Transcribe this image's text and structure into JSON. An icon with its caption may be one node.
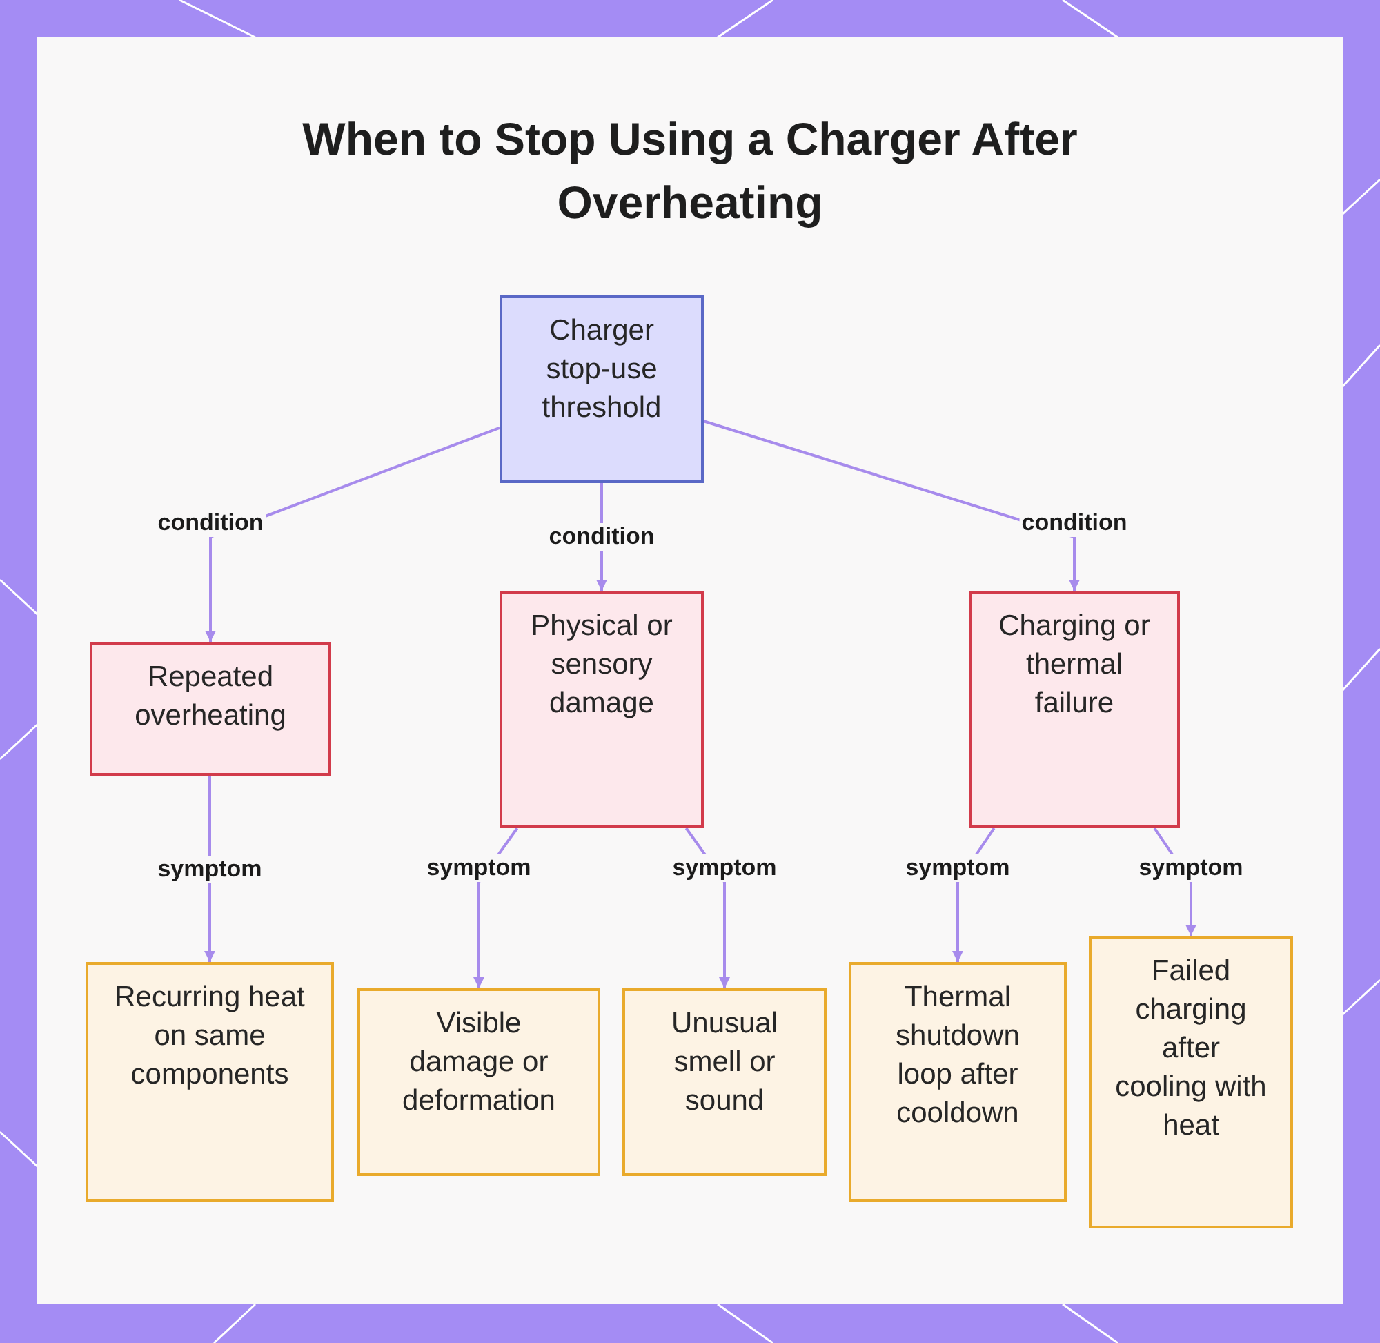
{
  "diagram": {
    "title": "When to Stop Using a Charger After Overheating",
    "nodes": [
      {
        "text": [
          "Charger stop-use threshold"
        ]
      },
      {
        "text": [
          "Repeated overheating"
        ]
      },
      {
        "text": [
          "Physical or sensory damage"
        ]
      },
      {
        "text": [
          "Charging or thermal failure"
        ]
      },
      {
        "text": [
          "Recurring heat on same components"
        ]
      },
      {
        "text": [
          "Visible damage or deformation"
        ]
      },
      {
        "text": [
          "Unusual smell or sound"
        ]
      },
      {
        "text": [
          "Thermal shutdown loop after cooldown"
        ]
      },
      {
        "text": [
          "Failed charging after cooling with heat"
        ]
      }
    ],
    "edges": [
      {
        "from": 0,
        "to": 1,
        "arrow": "to",
        "label": "condition"
      },
      {
        "from": 0,
        "to": 2,
        "arrow": "to",
        "label": "condition"
      },
      {
        "from": 0,
        "to": 3,
        "arrow": "to",
        "label": "condition"
      },
      {
        "from": 1,
        "to": 4,
        "arrow": "to",
        "label": "symptom"
      },
      {
        "from": 2,
        "to": 5,
        "arrow": "to",
        "label": "symptom"
      },
      {
        "from": 2,
        "to": 6,
        "arrow": "to",
        "label": "symptom"
      },
      {
        "from": 3,
        "to": 7,
        "arrow": "to",
        "label": "symptom"
      },
      {
        "from": 3,
        "to": 8,
        "arrow": "to",
        "label": "symptom"
      }
    ]
  }
}
